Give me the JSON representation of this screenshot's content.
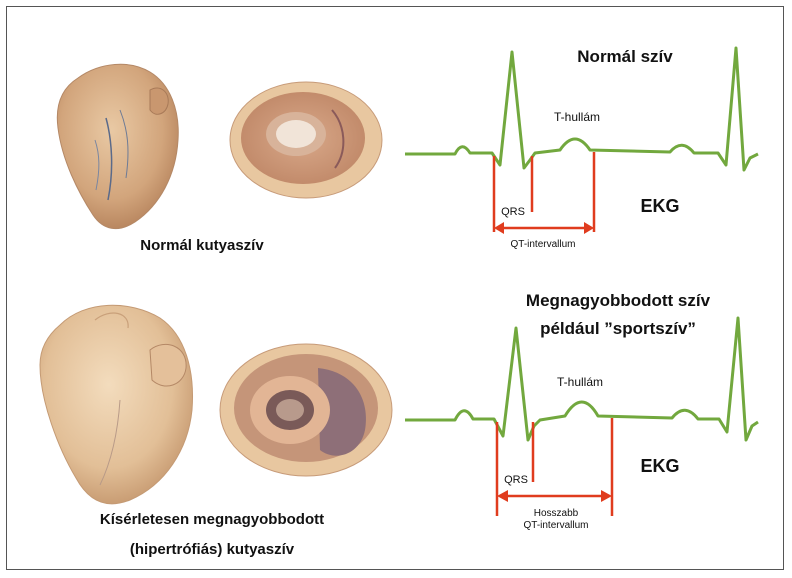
{
  "top": {
    "heart_caption": "Normál kutyaszív",
    "title": "Normál szív",
    "t_wave_label": "T-hullám",
    "qrs_label": "QRS",
    "ekg_label": "EKG",
    "qt_label": "QT-intervallum"
  },
  "bottom": {
    "heart_caption_line1": "Kísérletesen megnagyobbodott",
    "heart_caption_line2": "(hipertrófiás) kutyaszív",
    "title_line1": "Megnagyobbodott szív",
    "title_line2": "például ”sportszív”",
    "t_wave_label": "T-hullám",
    "qrs_label": "QRS",
    "ekg_label": "EKG",
    "qt_label_line1": "Hosszabb",
    "qt_label_line2": "QT-intervallum"
  },
  "colors": {
    "ekg_line": "#72a83e",
    "marker": "#e03c1e",
    "heart_tissue": "#d9a98a",
    "heart_outer": "#e8c7a0"
  }
}
